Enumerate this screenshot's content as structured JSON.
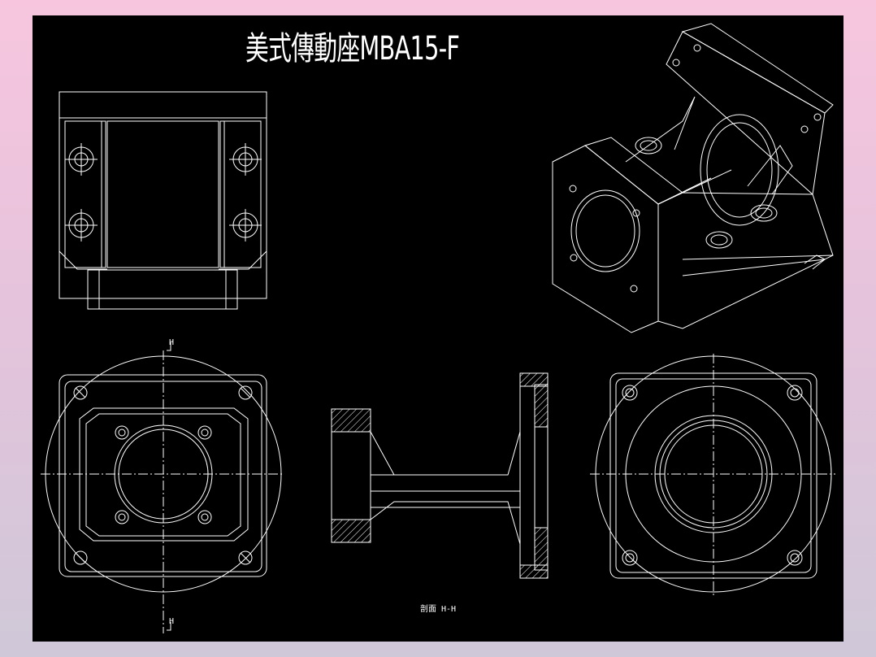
{
  "title": "美式傳動座MBA15-F",
  "section_caption": "剖面 H-H",
  "section_marker_top": "H",
  "section_marker_bottom": "H",
  "colors": {
    "line": "#ffffff",
    "background": "#000000"
  }
}
